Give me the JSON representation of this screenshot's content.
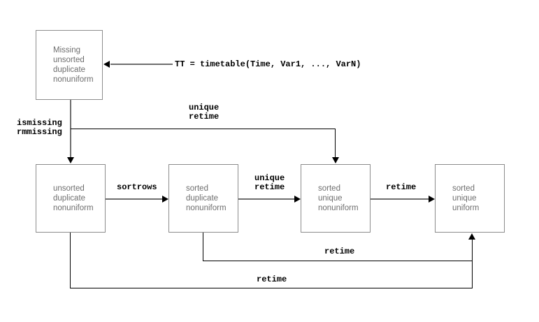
{
  "diagram": {
    "title": "timetable-state-flow",
    "boxes": [
      {
        "name": "missing-unsorted-duplicate-nonuniform",
        "text": "Missing\nunsorted\nduplicate\nnonuniform"
      },
      {
        "name": "unsorted-duplicate-nonuniform",
        "text": "unsorted\nduplicate\nnonuniform"
      },
      {
        "name": "sorted-duplicate-nonuniform",
        "text": "sorted\nduplicate\nnonuniform"
      },
      {
        "name": "sorted-unique-nonuniform",
        "text": "sorted\nunique\nnonuniform"
      },
      {
        "name": "sorted-unique-uniform",
        "text": "sorted\nunique\nuniform"
      }
    ],
    "edge_labels": {
      "code": "TT = timetable(Time, Var1, ..., VarN)",
      "missing_functions": "ismissing\nrmmissing",
      "unique_retime_branch": "unique\nretime",
      "sortrows": "sortrows",
      "unique_retime": "unique\nretime",
      "retime_to_uniform": "retime",
      "retime_from_sorted_duplicate": "retime",
      "retime_from_unsorted": "retime"
    },
    "colors": {
      "box_border": "#8c8c8c",
      "box_text": "#6e6e6e",
      "flow_line": "#6e6e6e",
      "branch_line": "#000000",
      "arrowhead": "#000000",
      "label_text": "#000000",
      "background": "#ffffff"
    }
  }
}
